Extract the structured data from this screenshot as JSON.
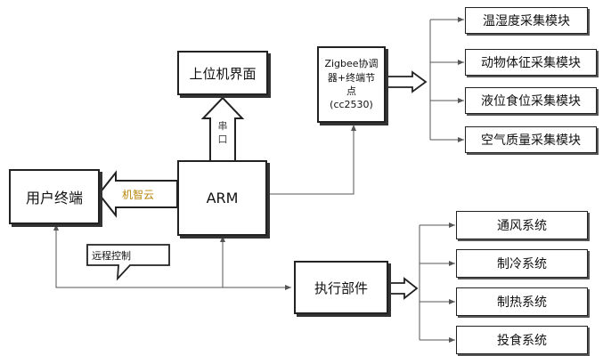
{
  "nodes": {
    "host_ui": "上位机界面",
    "arm": "ARM",
    "user_terminal": "用户终端",
    "zigbee_line1": "Zigbee协调",
    "zigbee_line2": "器+终端节",
    "zigbee_line3": "点",
    "zigbee_line4": "(cc2530)",
    "executor": "执行部件",
    "sensors": [
      "温湿度采集模块",
      "动物体征采集模块",
      "液位食位采集模块",
      "空气质量采集模块"
    ],
    "actuators": [
      "通风系统",
      "制冷系统",
      "制热系统",
      "投食系统"
    ]
  },
  "labels": {
    "serial_char1": "串",
    "serial_char2": "口",
    "cloud": "机智云",
    "remote": "远程控制"
  }
}
